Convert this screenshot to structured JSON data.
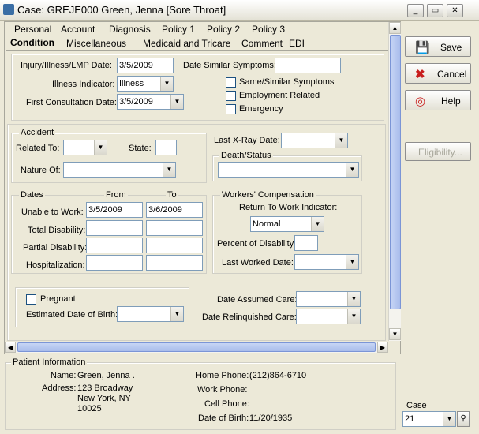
{
  "window": {
    "title": "Case: GREJE000 Green, Jenna  [Sore Throat]",
    "icon": "case-icon"
  },
  "tabs_row1": [
    "Personal",
    "Account",
    "Diagnosis",
    "Policy 1",
    "Policy 2",
    "Policy 3"
  ],
  "tabs_row2": [
    "Condition",
    "Miscellaneous",
    "Medicaid and Tricare",
    "Comment",
    "EDI"
  ],
  "condition": {
    "injury_label": "Injury/Illness/LMP Date:",
    "injury_value": "3/5/2009",
    "similar_label": "Date Similar Symptoms:",
    "similar_value": "",
    "indicator_label": "Illness Indicator:",
    "indicator_value": "Illness",
    "first_consult_label": "First Consultation Date:",
    "first_consult_value": "3/5/2009",
    "chk_same": "Same/Similar Symptoms",
    "chk_employment": "Employment Related",
    "chk_emergency": "Emergency"
  },
  "accident": {
    "title": "Accident",
    "related_label": "Related To:",
    "related_value": "",
    "state_label": "State:",
    "state_value": "",
    "nature_label": "Nature Of:",
    "nature_value": ""
  },
  "xray": {
    "label": "Last X-Ray Date:",
    "value": ""
  },
  "death": {
    "title": "Death/Status",
    "value": ""
  },
  "dates": {
    "title": "Dates",
    "from": "From",
    "to": "To",
    "rows": [
      {
        "label": "Unable to Work:",
        "from": "3/5/2009",
        "to": "3/6/2009"
      },
      {
        "label": "Total Disability:",
        "from": "",
        "to": ""
      },
      {
        "label": "Partial Disability:",
        "from": "",
        "to": ""
      },
      {
        "label": "Hospitalization:",
        "from": "",
        "to": ""
      }
    ]
  },
  "workers": {
    "title": "Workers' Compensation",
    "rtw_label": "Return To Work Indicator:",
    "rtw_value": "Normal",
    "pct_label": "Percent of Disability:",
    "pct_value": "",
    "lastworked_label": "Last Worked Date:",
    "lastworked_value": ""
  },
  "pregnancy": {
    "pregnant": "Pregnant",
    "edob_label": "Estimated Date of Birth:",
    "edob_value": ""
  },
  "care": {
    "assumed_label": "Date Assumed Care:",
    "assumed_value": "",
    "relinq_label": "Date Relinquished Care:",
    "relinq_value": ""
  },
  "patient": {
    "title": "Patient Information",
    "name_label": "Name:",
    "name": "Green, Jenna .",
    "address_label": "Address:",
    "addr1": "123 Broadway",
    "addr2": "New York, NY",
    "addr3": "10025",
    "home_label": "Home Phone:",
    "home": "(212)864-6710",
    "work_label": "Work Phone:",
    "work": "",
    "cell_label": "Cell Phone:",
    "cell": "",
    "dob_label": "Date of Birth:",
    "dob": "11/20/1935"
  },
  "buttons": {
    "save": "Save",
    "cancel": "Cancel",
    "help": "Help",
    "eligibility": "Eligibility..."
  },
  "case_box": {
    "label": "Case",
    "value": "21"
  }
}
